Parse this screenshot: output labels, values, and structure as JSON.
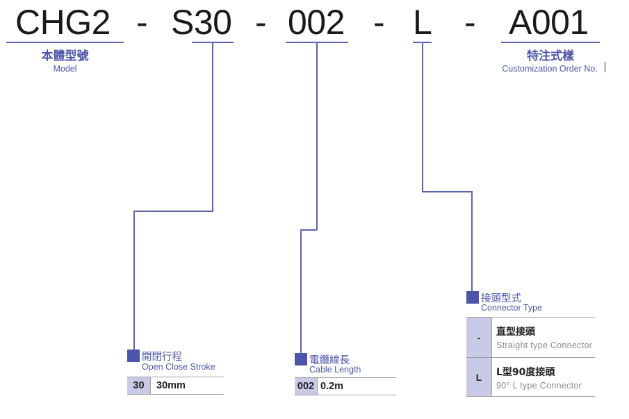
{
  "model_code": {
    "segments": [
      "CHG2",
      "S30",
      "002",
      "L",
      "A001"
    ],
    "separators": [
      "-",
      "-",
      "-",
      "-"
    ]
  },
  "labels": {
    "model": {
      "zh": "本體型號",
      "en": "Model"
    },
    "customization": {
      "zh": "特注式樣",
      "en": "Customization Order No."
    }
  },
  "sections": {
    "stroke": {
      "zh": "開閉行程",
      "en": "Open Close Stroke",
      "rows": [
        {
          "code": "30",
          "value": "30mm"
        }
      ]
    },
    "cable": {
      "zh": "電纜線長",
      "en": "Cable Length",
      "rows": [
        {
          "code": "002",
          "value": "0.2m"
        }
      ]
    },
    "connector": {
      "zh": "接頭型式",
      "en": "Connector Type",
      "rows": [
        {
          "code": "-",
          "zh": "直型接頭",
          "en": "Straight type Connector"
        },
        {
          "code": "L",
          "zh": "L型90度接頭",
          "en": "90° L type Connector"
        }
      ]
    }
  },
  "colors": {
    "accent": "#4d55aa",
    "line": "#5d63b0",
    "code_cell_bg": "#c9cae6",
    "text": "#1a1a1a"
  }
}
